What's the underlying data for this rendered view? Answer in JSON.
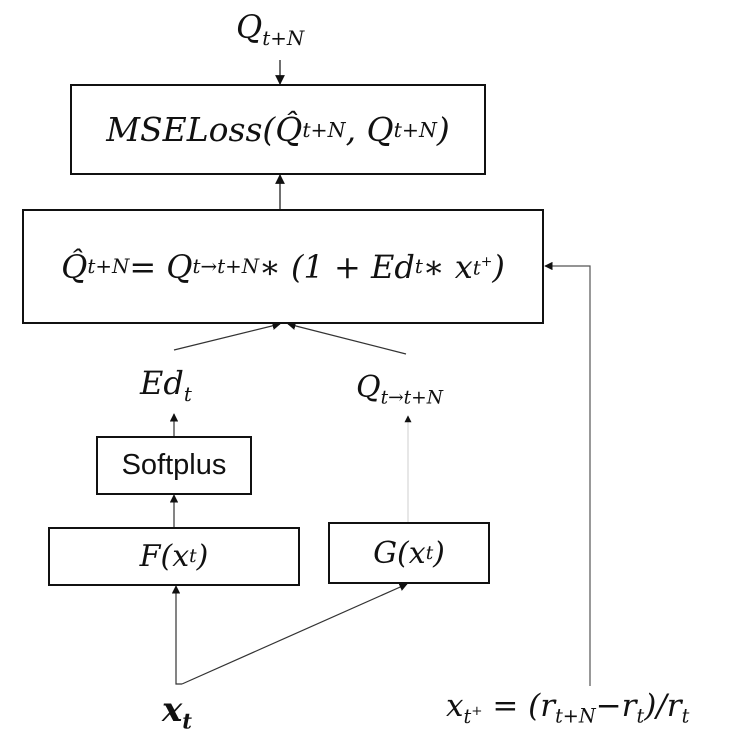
{
  "labels": {
    "q_target": "Q",
    "q_target_sub": "t+N",
    "ed": "Ed",
    "ed_sub": "t",
    "q_transfer": "Q",
    "q_transfer_sub": "t→t+N",
    "x_input": "x",
    "x_input_sub": "t",
    "xplus_lhs": "x",
    "xplus_lhs_sub": "t",
    "xplus_lhs_sup": "+",
    "xplus_eq": " = (r",
    "xplus_r1_sub": "t+N",
    "xplus_minus": "−r",
    "xplus_r2_sub": "t",
    "xplus_div": ")/r",
    "xplus_r3_sub": "t"
  },
  "boxes": {
    "mse": {
      "prefix": "MSELoss(",
      "qhat": "Q̂",
      "qhat_sub": "t+N",
      "sep": ", Q",
      "q_sub": "t+N",
      "suffix": ")"
    },
    "equation": {
      "qhat": "Q̂",
      "qhat_sub": "t+N",
      "eq": " = Q",
      "q_sub": "t→t+N",
      "mid": " ∗ (1 + Ed",
      "ed_sub": "t",
      "times": " ∗ x",
      "x_sub": "t",
      "x_sup": "+",
      "end": ")"
    },
    "softplus": {
      "label": "Softplus"
    },
    "f": {
      "name": "F(x",
      "sub": "t",
      "end": ")"
    },
    "g": {
      "name": "G(x",
      "sub": "t",
      "end": ")"
    }
  }
}
